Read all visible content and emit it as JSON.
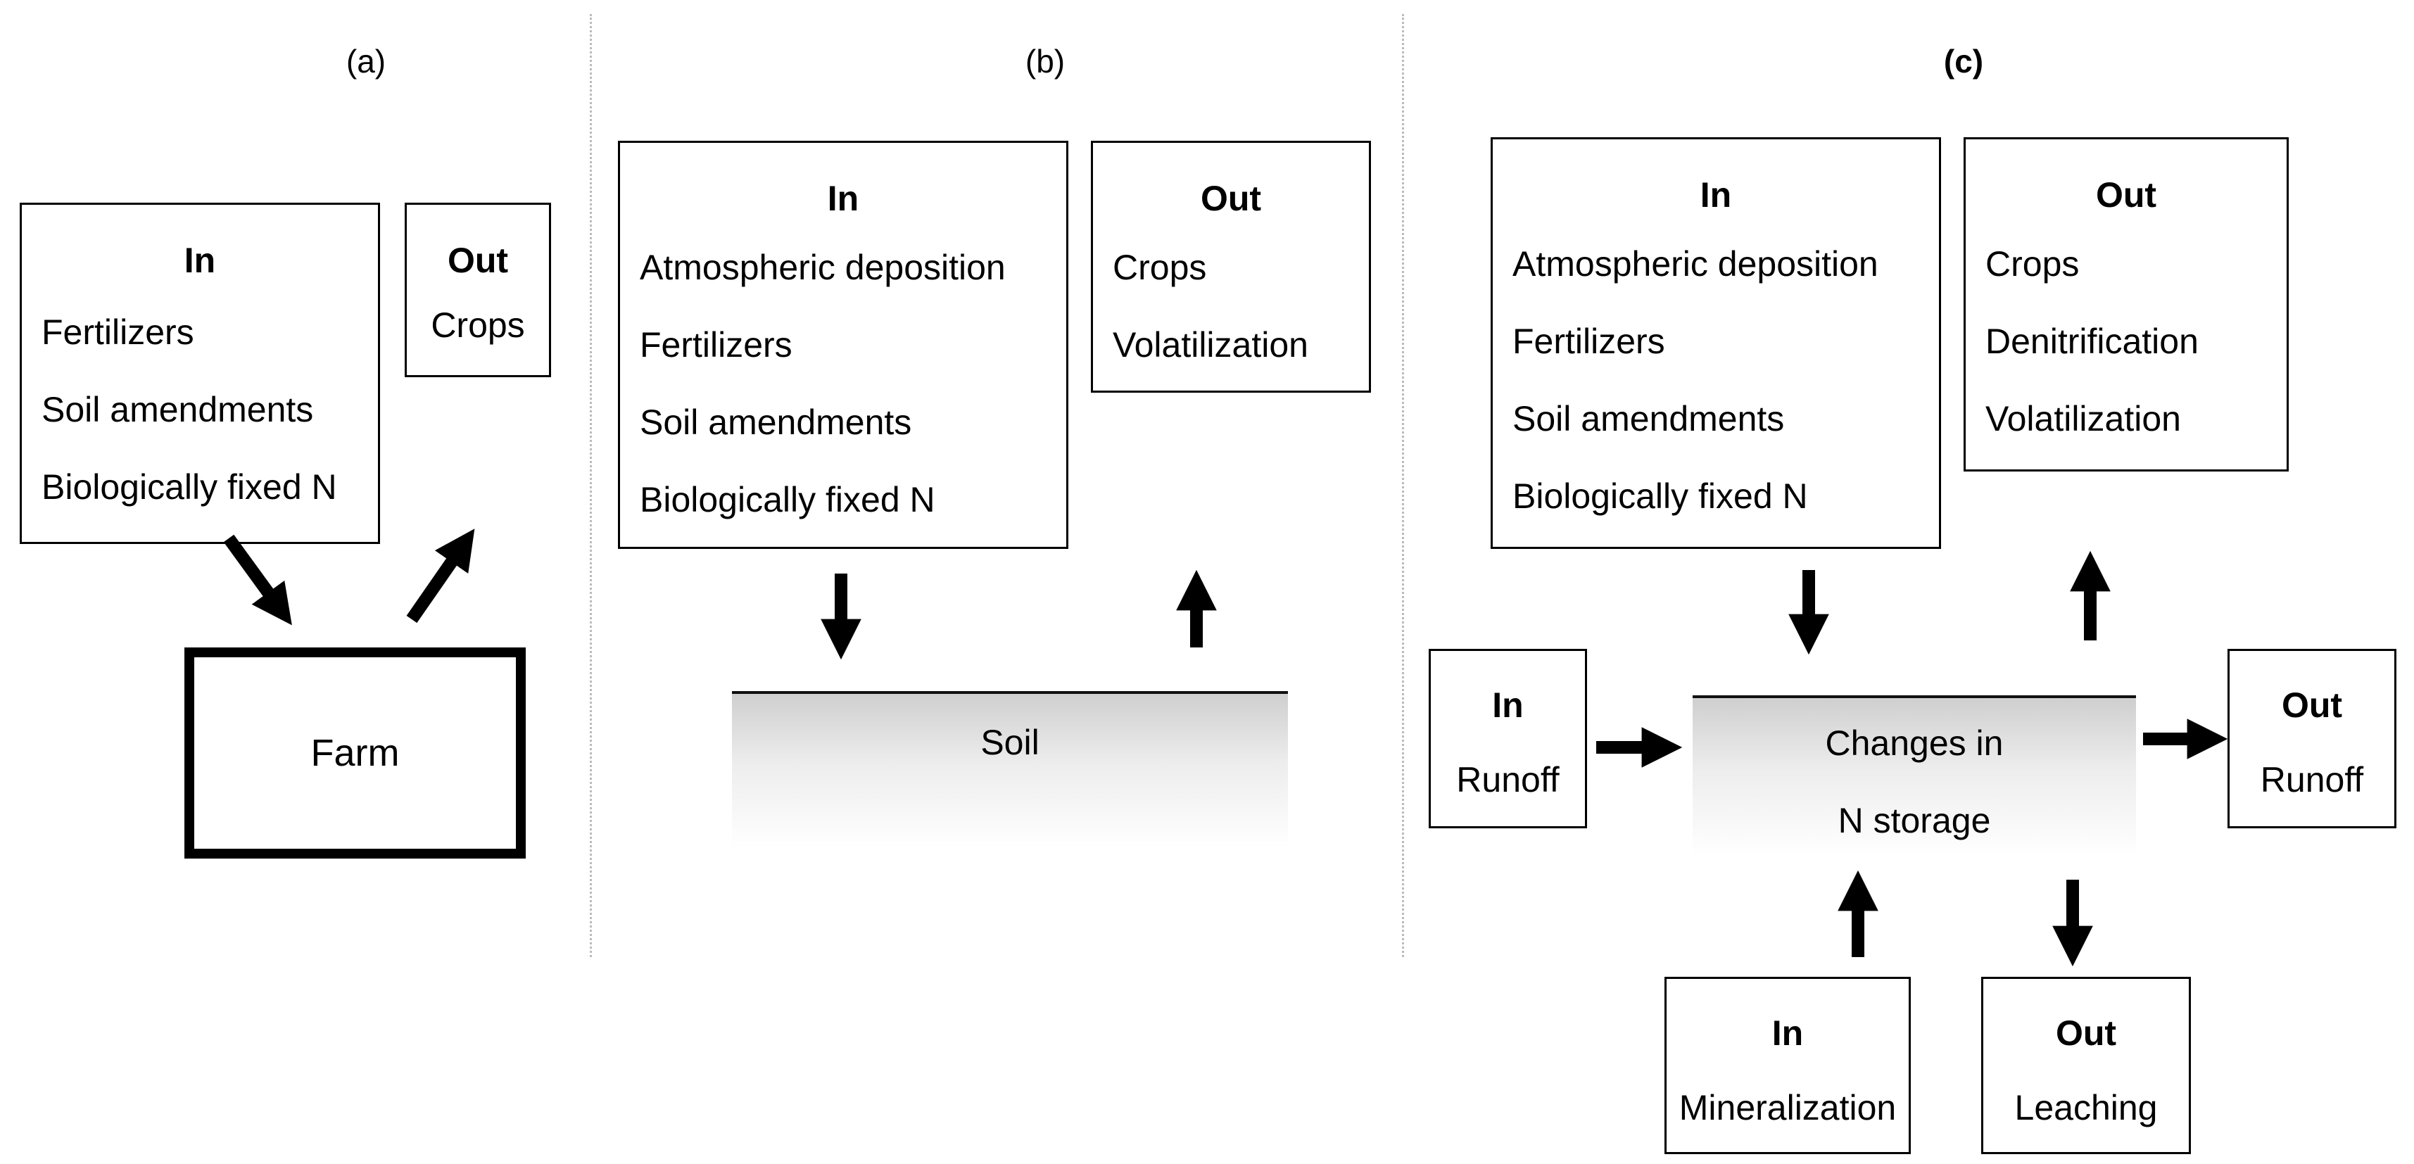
{
  "panels": {
    "a": {
      "label": "(a)",
      "in_box": {
        "title": "In",
        "items": [
          "Fertilizers",
          "Soil amendments",
          "Biologically  fixed N"
        ]
      },
      "out_box": {
        "title": "Out",
        "items": [
          "Crops"
        ]
      },
      "center": "Farm"
    },
    "b": {
      "label": "(b)",
      "in_box": {
        "title": "In",
        "items": [
          "Atmospheric deposition",
          "Fertilizers",
          "Soil amendments",
          "Biologically  fixed N"
        ]
      },
      "out_box": {
        "title": "Out",
        "items": [
          "Crops",
          "Volatilization"
        ]
      },
      "center": "Soil"
    },
    "c": {
      "label": "(c)",
      "in_box": {
        "title": "In",
        "items": [
          "Atmospheric deposition",
          "Fertilizers",
          "Soil amendments",
          "Biologically  fixed N"
        ]
      },
      "out_box": {
        "title": "Out",
        "items": [
          "Crops",
          "Denitrification",
          "Volatilization"
        ]
      },
      "center_lines": [
        "Changes in",
        "N storage"
      ],
      "runoff_in": {
        "title": "In",
        "items": [
          "Runoff"
        ]
      },
      "runoff_out": {
        "title": "Out",
        "items": [
          "Runoff"
        ]
      },
      "mineral_in": {
        "title": "In",
        "items": [
          "Mineralization"
        ]
      },
      "leach_out": {
        "title": "Out",
        "items": [
          "Leaching"
        ]
      }
    }
  }
}
